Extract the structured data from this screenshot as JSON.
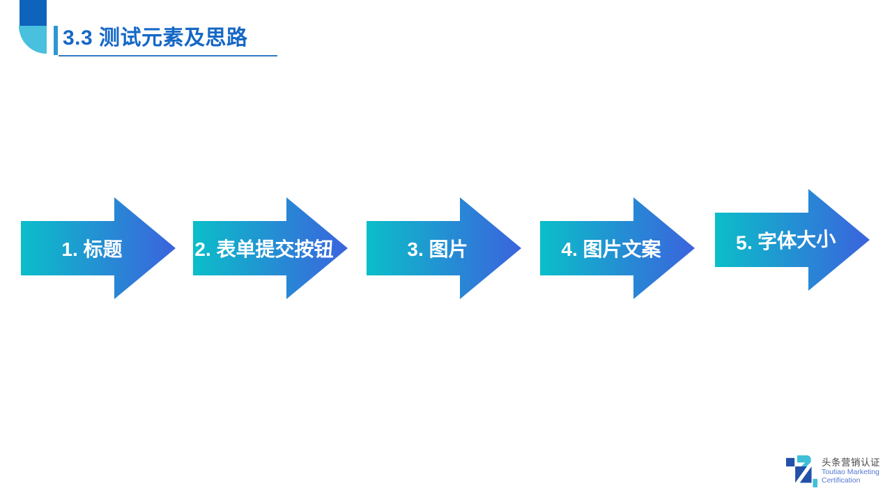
{
  "slide": {
    "title": "3.3 测试元素及思路",
    "steps": [
      {
        "label": "1. 标题"
      },
      {
        "label": "2. 表单提交按钮"
      },
      {
        "label": "3. 图片"
      },
      {
        "label": "4. 图片文案"
      },
      {
        "label": "5. 字体大小"
      }
    ],
    "footer_logo": {
      "name_cn": "头条营销认证",
      "name_en_line1": "Toutiao Marketing",
      "name_en_line2": "Certification"
    },
    "colors": {
      "title_blue": "#1568c6",
      "title_underline": "#2e7bc4",
      "title_bar": "#2e96d3",
      "deco_navy": "#0e63bd",
      "deco_cyan": "#49c0dd",
      "arrow_gradient_start": "#0bbec9",
      "arrow_gradient_end": "#3b63dd",
      "arrow_text": "#ffffff",
      "logo_navy": "#2350a8",
      "logo_cyan": "#3fbfd8",
      "logo_text_gray": "#474747",
      "logo_text_blue": "#5577d2"
    }
  }
}
